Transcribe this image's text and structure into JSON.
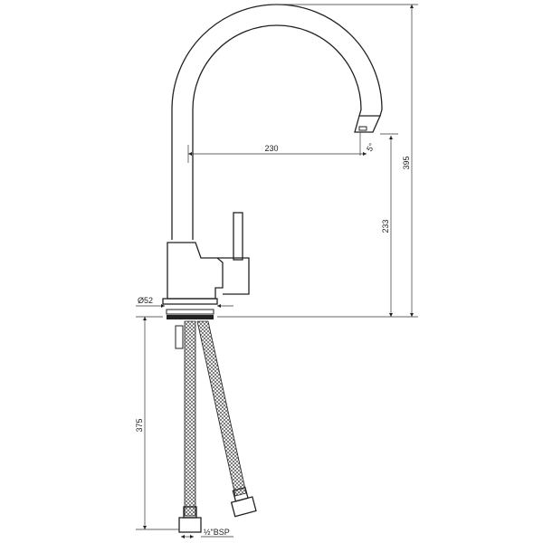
{
  "dimensions": {
    "spout_reach": "230",
    "total_height": "395",
    "spout_height": "233",
    "base_diameter": "Ø52",
    "hose_length": "375",
    "connection": "½\"BSP",
    "spout_angle": "5°"
  }
}
